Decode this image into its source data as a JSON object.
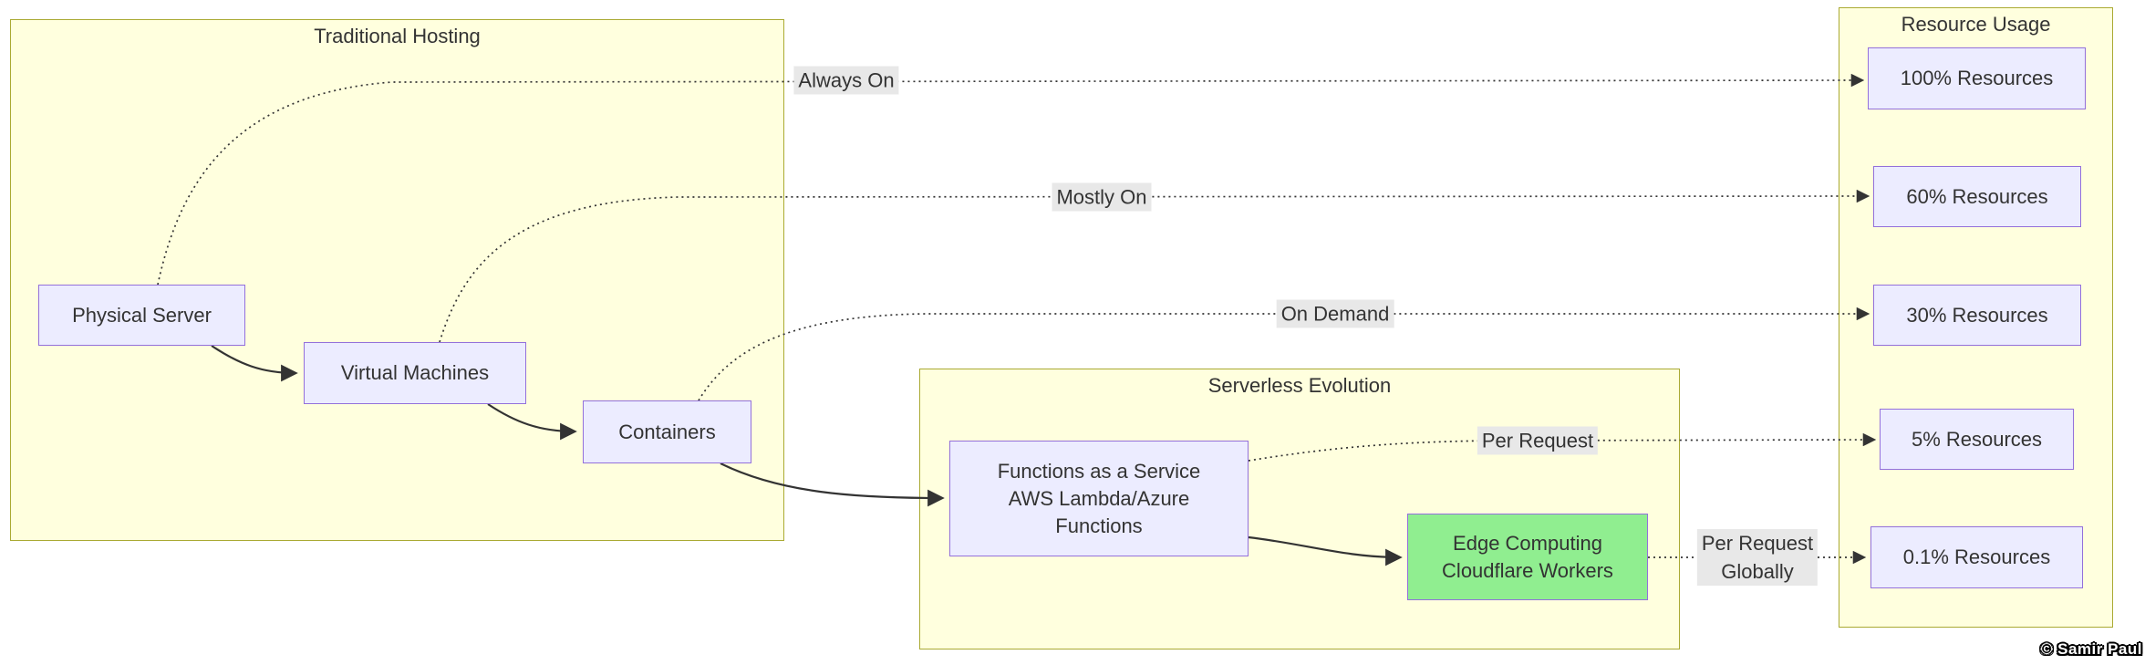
{
  "colors": {
    "node_fill": "#ECECFF",
    "node_border": "#9370DB",
    "cluster_fill": "#FFFFDE",
    "cluster_border": "#AAAA33",
    "highlight_fill": "#90EE90",
    "edge_label_bg": "#E8E8E8",
    "line_color": "#333333",
    "text_color": "#333333"
  },
  "clusters": {
    "traditional": {
      "title": "Traditional Hosting"
    },
    "serverless": {
      "title": "Serverless Evolution"
    },
    "resources": {
      "title": "Resource Usage"
    }
  },
  "nodes": {
    "physical_server": {
      "label": "Physical Server"
    },
    "virtual_machines": {
      "label": "Virtual Machines"
    },
    "containers": {
      "label": "Containers"
    },
    "faas": {
      "line1": "Functions as a Service",
      "line2": "AWS Lambda/Azure",
      "line3": "Functions"
    },
    "edge_computing": {
      "line1": "Edge Computing",
      "line2": "Cloudflare Workers"
    },
    "r100": {
      "label": "100% Resources"
    },
    "r60": {
      "label": "60% Resources"
    },
    "r30": {
      "label": "30% Resources"
    },
    "r5": {
      "label": "5% Resources"
    },
    "r01": {
      "label": "0.1% Resources"
    }
  },
  "edge_labels": {
    "always_on": "Always On",
    "mostly_on": "Mostly On",
    "on_demand": "On Demand",
    "per_request": "Per Request",
    "per_request_globally": {
      "line1": "Per Request",
      "line2": "Globally"
    }
  },
  "watermark": "© Samir Paul"
}
